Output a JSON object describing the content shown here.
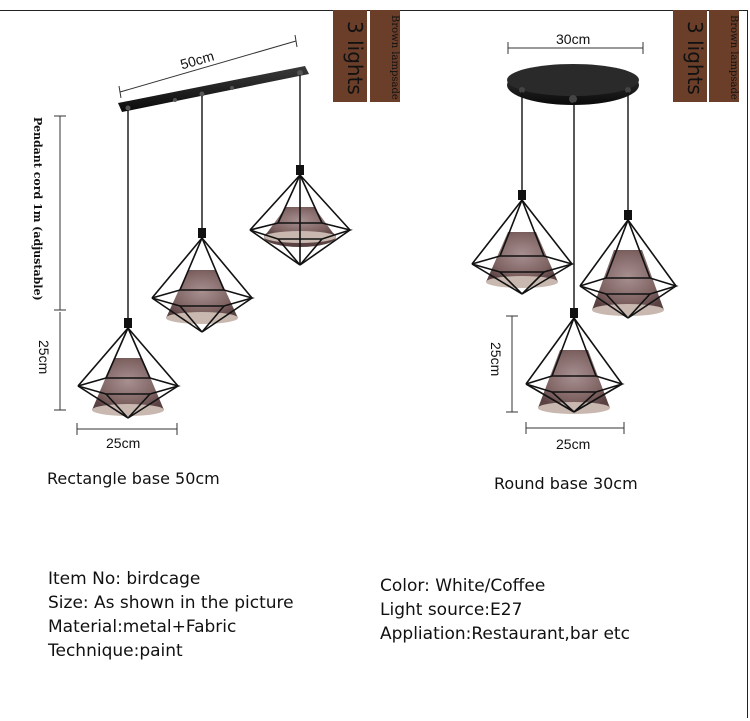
{
  "badges": {
    "left_lights": "3 lights",
    "left_lampshade": "Brown lampsade",
    "right_lights": "3 lights",
    "right_lampshade": "Brown lampsade"
  },
  "dimensions": {
    "rect_base_width": "50cm",
    "round_base_width": "30cm",
    "cord_length": "Pendant cord 1m (adjustable)",
    "left_shade_height": "25cm",
    "left_shade_width": "25cm",
    "right_shade_height": "25cm",
    "right_shade_width": "25cm"
  },
  "captions": {
    "rectangle_base": "Rectangle base 50cm",
    "round_base": "Round base 30cm"
  },
  "specs_left": [
    "Item No: birdcage",
    "Size: As shown in the picture",
    "Material:metal+Fabric",
    "Technique:paint"
  ],
  "specs_right": [
    "Color: White/Coffee",
    "Light source:E27",
    "Appliation:Restaurant,bar etc"
  ],
  "colors": {
    "badge_brown": "#6b3e2a",
    "shade_fabric": "#8a6e6e",
    "metal": "#111111"
  }
}
